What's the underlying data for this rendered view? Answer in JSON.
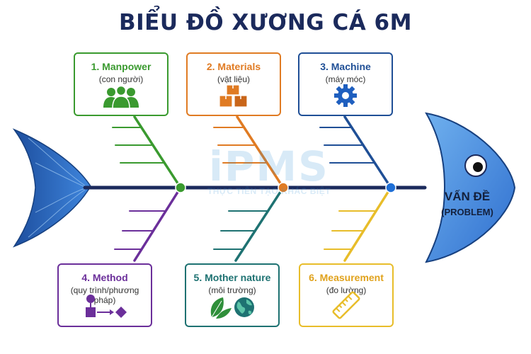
{
  "title": "BIỂU ĐỒ XƯƠNG CÁ 6M",
  "problem": {
    "line1": "VẤN ĐỀ",
    "line2": "(PROBLEM)"
  },
  "watermark": {
    "logo_text": "iPMS",
    "tagline": "THỰC TIỄN TẠO KHÁC BIỆT"
  },
  "colors": {
    "spine": "#1b2a5c",
    "fish_body": "#2f6fcf",
    "manpower": "#3a9a2f",
    "materials": "#e07b23",
    "machine": "#1f4f96",
    "method": "#6b2f9a",
    "mother_nature": "#1e7272",
    "measurement": "#e8bd2a"
  },
  "categories": [
    {
      "name": "1. Manpower",
      "sub": "(con người)",
      "icon": "people-icon"
    },
    {
      "name": "2. Materials",
      "sub": "(vật liệu)",
      "icon": "boxes-icon"
    },
    {
      "name": "3. Machine",
      "sub": "(máy móc)",
      "icon": "gear-icon"
    },
    {
      "name": "4. Method",
      "sub": "(quy trình/phương pháp)",
      "icon": "process-flow-icon"
    },
    {
      "name": "5. Mother nature",
      "sub": "(môi trường)",
      "icon": "leaf-globe-icon"
    },
    {
      "name": "6. Measurement",
      "sub": "(đo lường)",
      "icon": "ruler-icon"
    }
  ]
}
